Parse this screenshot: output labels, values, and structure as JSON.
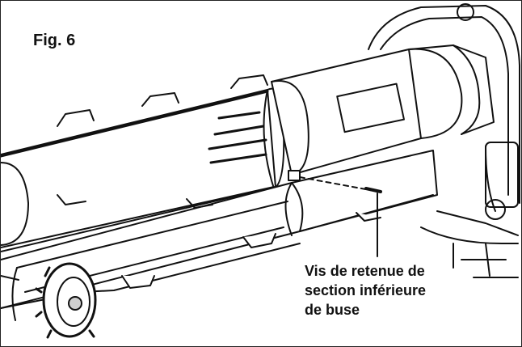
{
  "figure": {
    "label": "Fig. 6"
  },
  "callout": {
    "lines": [
      "Vis de retenue de",
      "section inférieure",
      "de buse"
    ]
  },
  "colors": {
    "line": "#111111",
    "shade": "#cfcfcf",
    "background": "#ffffff"
  }
}
